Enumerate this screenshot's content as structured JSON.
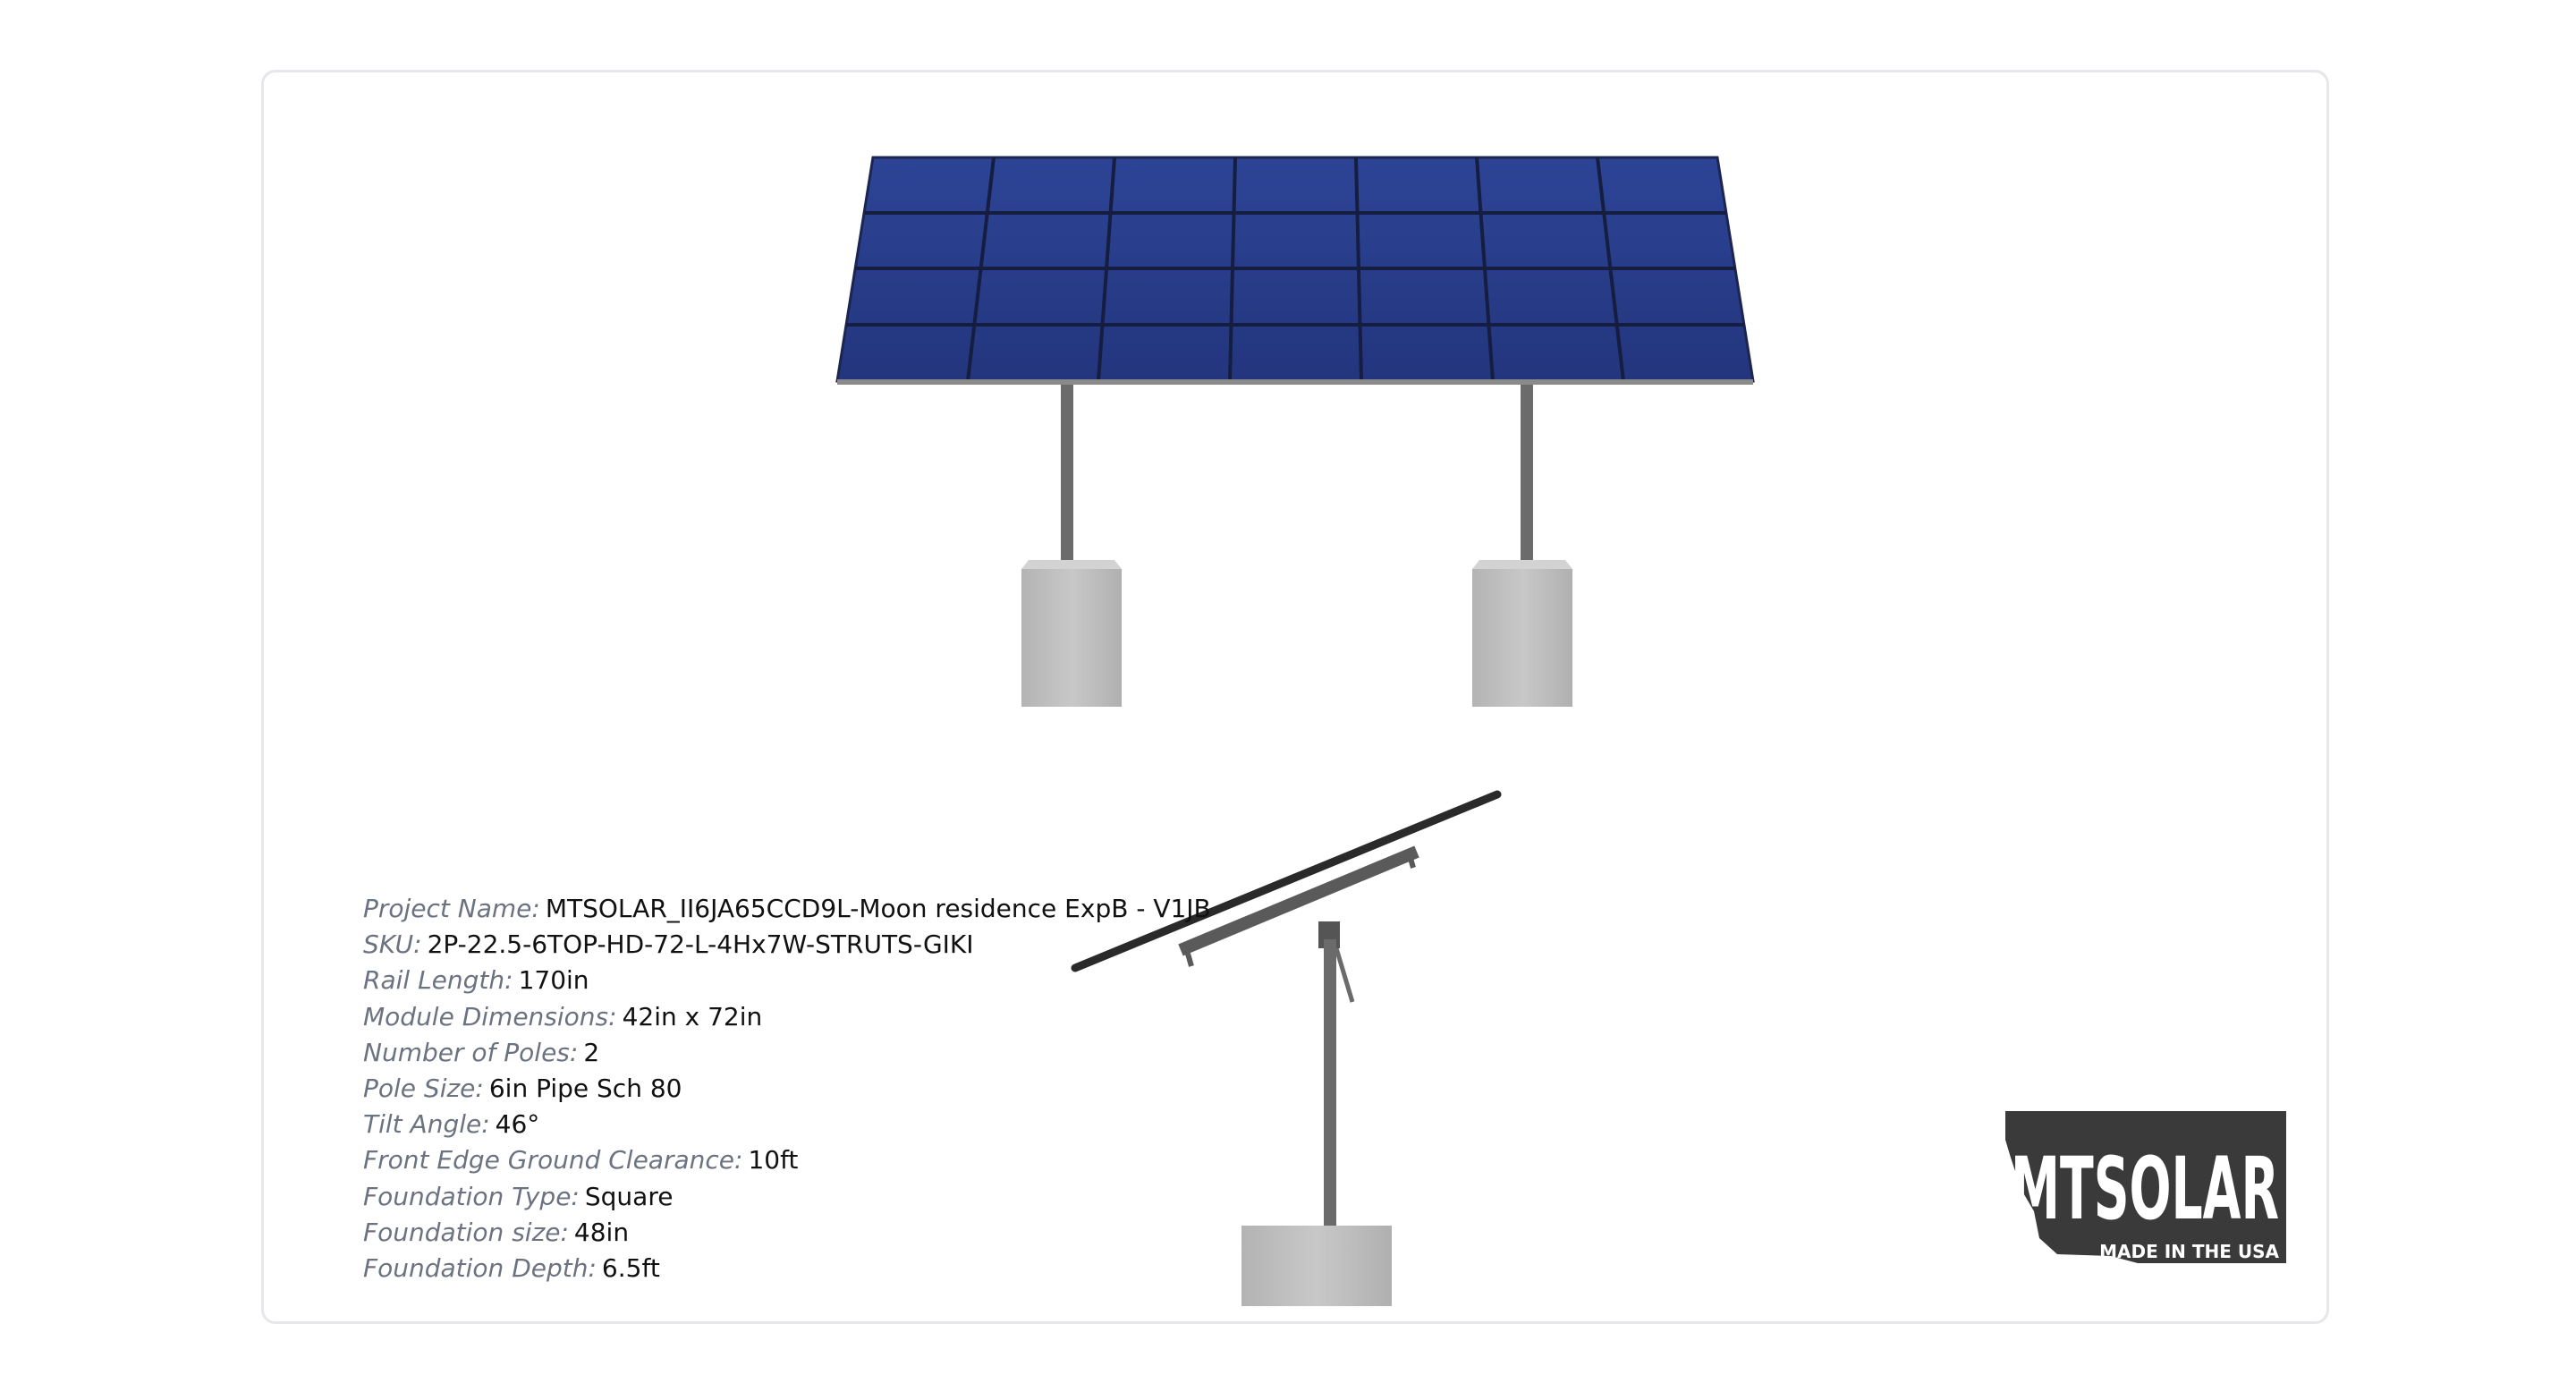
{
  "specs": {
    "project_name": {
      "label": "Project Name:",
      "value": "MTSOLAR_II6JA65CCD9L-Moon residence ExpB - V1JB"
    },
    "sku": {
      "label": "SKU:",
      "value": "2P-22.5-6TOP-HD-72-L-4Hx7W-STRUTS-GIKI"
    },
    "rail_length": {
      "label": "Rail Length:",
      "value": "170in"
    },
    "module_dimensions": {
      "label": "Module Dimensions:",
      "value": "42in x 72in"
    },
    "number_of_poles": {
      "label": "Number of Poles:",
      "value": "2"
    },
    "pole_size": {
      "label": "Pole Size:",
      "value": "6in Pipe Sch 80"
    },
    "tilt_angle": {
      "label": "Tilt Angle:",
      "value": "46°"
    },
    "front_edge_clearance": {
      "label": "Front Edge Ground Clearance:",
      "value": "10ft"
    },
    "foundation_type": {
      "label": "Foundation Type:",
      "value": "Square"
    },
    "foundation_size": {
      "label": "Foundation size:",
      "value": "48in"
    },
    "foundation_depth": {
      "label": "Foundation Depth:",
      "value": "6.5ft"
    }
  },
  "logo": {
    "brand": "MTSOLAR",
    "tagline": "MADE IN THE USA"
  },
  "colors": {
    "panel": "#2b3f8e",
    "panel_grid": "#1b2550",
    "pole": "#6b6b6b",
    "concrete": "#bdbdbd",
    "logo": "#3a3a3a",
    "label": "#6b7280"
  }
}
